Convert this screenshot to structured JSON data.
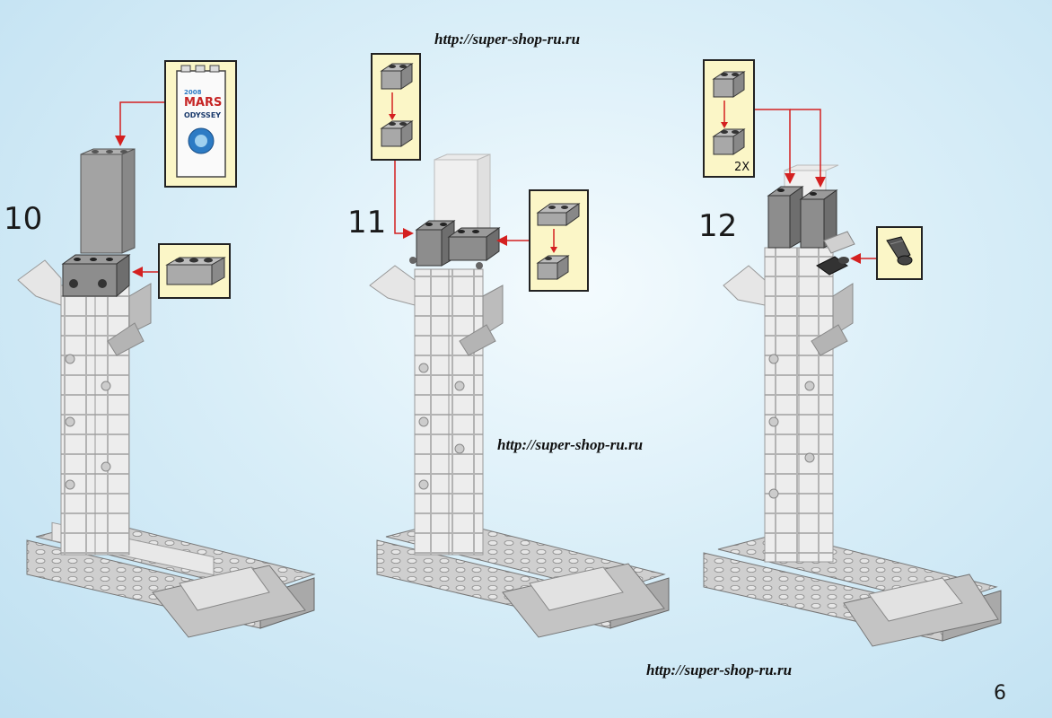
{
  "watermarks": {
    "top": "http://super-shop-ru.ru",
    "middle": "http://super-shop-ru.ru",
    "bottom": "http://super-shop-ru.ru"
  },
  "steps": [
    {
      "number": "10"
    },
    {
      "number": "11"
    },
    {
      "number": "12"
    }
  ],
  "poster": {
    "year": "2008",
    "line1": "MARS",
    "line2": "ODYSSEY"
  },
  "callouts": {
    "step12_multiplier": "2X"
  },
  "page_number": "6",
  "colors": {
    "arrow": "#d42020",
    "callout_bg": "#fbf6c7",
    "brick_light": "#ececec",
    "brick_dark": "#9a9a9a"
  }
}
